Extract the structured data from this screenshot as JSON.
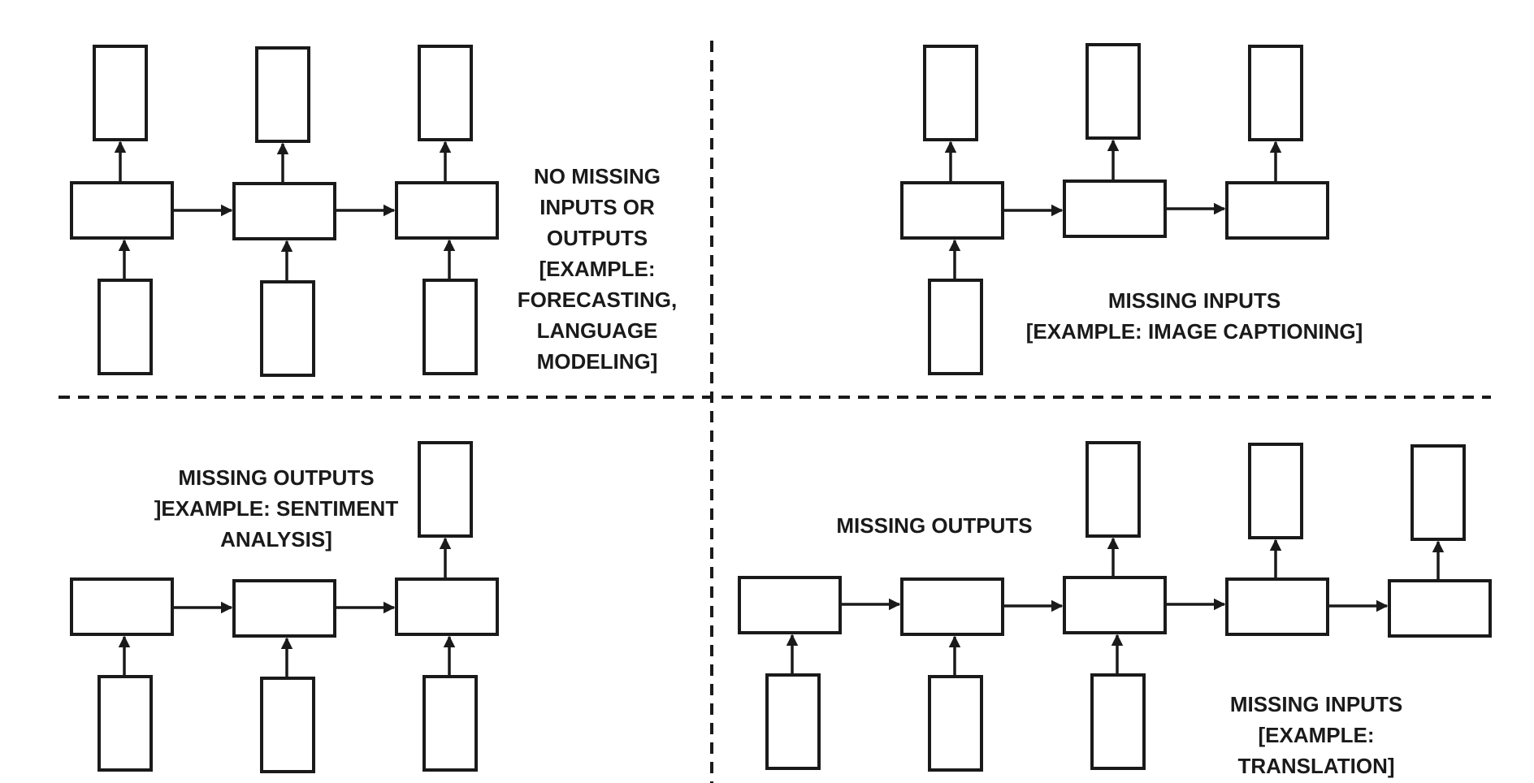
{
  "quadrants": {
    "top_left": {
      "caption": [
        "NO MISSING",
        "INPUTS OR",
        "OUTPUTS",
        "[EXAMPLE:",
        "FORECASTING,",
        "LANGUAGE",
        "MODELING]"
      ]
    },
    "top_right": {
      "caption": [
        "MISSING INPUTS",
        "[EXAMPLE: IMAGE CAPTIONING]"
      ]
    },
    "bottom_left": {
      "caption": [
        "MISSING OUTPUTS",
        "]EXAMPLE: SENTIMENT",
        "ANALYSIS]"
      ]
    },
    "bottom_right": {
      "caption_outputs": [
        "MISSING OUTPUTS"
      ],
      "caption_inputs": [
        "MISSING INPUTS",
        "[EXAMPLE:",
        "TRANSLATION]"
      ]
    }
  },
  "colors": {
    "stroke": "#1a1a1a",
    "background": "#ffffff"
  }
}
